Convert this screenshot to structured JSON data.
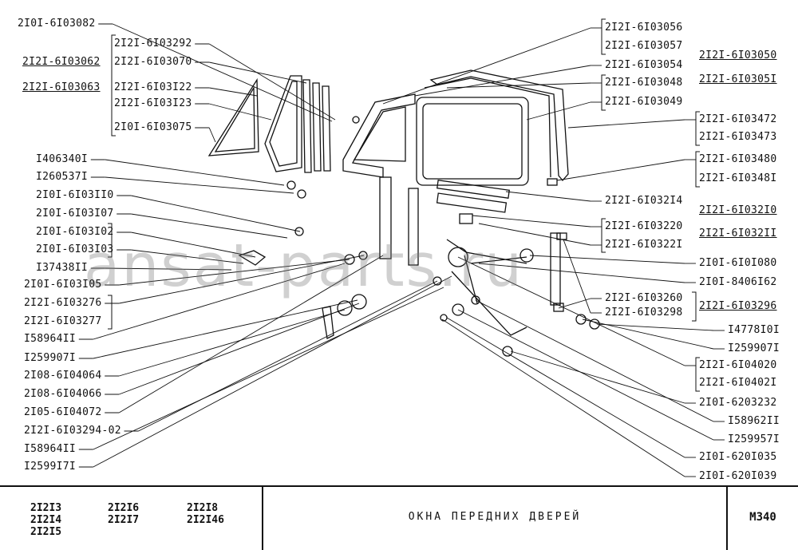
{
  "watermark": "ansat-parts.ru",
  "labels_left": [
    {
      "id": "l0",
      "text": "2I0I-6I03082",
      "ul": false
    },
    {
      "id": "l1",
      "text": "2I2I-6I03292",
      "ul": false
    },
    {
      "id": "l2",
      "text": "2I2I-6I03062",
      "ul": true
    },
    {
      "id": "l3",
      "text": "2I2I-6I03070",
      "ul": false
    },
    {
      "id": "l4",
      "text": "2I2I-6I03063",
      "ul": true
    },
    {
      "id": "l5",
      "text": "2I2I-6I03I22",
      "ul": false
    },
    {
      "id": "l6",
      "text": "2I2I-6I03I23",
      "ul": false
    },
    {
      "id": "l7",
      "text": "2I0I-6I03075",
      "ul": false
    },
    {
      "id": "l8",
      "text": "I406340I",
      "ul": false
    },
    {
      "id": "l9",
      "text": "I260537I",
      "ul": false
    },
    {
      "id": "l10",
      "text": "2I0I-6I03II0",
      "ul": false
    },
    {
      "id": "l11",
      "text": "2I0I-6I03I07",
      "ul": false
    },
    {
      "id": "l12",
      "text": "2I0I-6I03I02",
      "ul": false
    },
    {
      "id": "l13",
      "text": "2I0I-6I03I03",
      "ul": false
    },
    {
      "id": "l14",
      "text": "I37438II",
      "ul": false
    },
    {
      "id": "l15",
      "text": "2I0I-6I03I05",
      "ul": false
    },
    {
      "id": "l16",
      "text": "2I2I-6I03276",
      "ul": false
    },
    {
      "id": "l17",
      "text": "2I2I-6I03277",
      "ul": false
    },
    {
      "id": "l18",
      "text": "I58964II",
      "ul": false
    },
    {
      "id": "l19",
      "text": "I259907I",
      "ul": false
    },
    {
      "id": "l20",
      "text": "2I08-6I04064",
      "ul": false
    },
    {
      "id": "l21",
      "text": "2I08-6I04066",
      "ul": false
    },
    {
      "id": "l22",
      "text": "2I05-6I04072",
      "ul": false
    },
    {
      "id": "l23",
      "text": "2I2I-6I03294-02",
      "ul": false
    },
    {
      "id": "l24",
      "text": "I58964II",
      "ul": false
    },
    {
      "id": "l25",
      "text": "I2599I7I",
      "ul": false
    }
  ],
  "labels_right": [
    {
      "id": "r0",
      "text": "2I2I-6I03056",
      "ul": false
    },
    {
      "id": "r1",
      "text": "2I2I-6I03057",
      "ul": false
    },
    {
      "id": "r2",
      "text": "2I2I-6I03050",
      "ul": true
    },
    {
      "id": "r3",
      "text": "2I2I-6I03054",
      "ul": false
    },
    {
      "id": "r4",
      "text": "2I2I-6I03048",
      "ul": false
    },
    {
      "id": "r5",
      "text": "2I2I-6I0305I",
      "ul": true
    },
    {
      "id": "r6",
      "text": "2I2I-6I03049",
      "ul": false
    },
    {
      "id": "r7",
      "text": "2I2I-6I03472",
      "ul": false
    },
    {
      "id": "r8",
      "text": "2I2I-6I03473",
      "ul": false
    },
    {
      "id": "r9",
      "text": "2I2I-6I03480",
      "ul": false
    },
    {
      "id": "r10",
      "text": "2I2I-6I0348I",
      "ul": false
    },
    {
      "id": "r11",
      "text": "2I2I-6I032I4",
      "ul": false
    },
    {
      "id": "r12",
      "text": "2I2I-6I032I0",
      "ul": true
    },
    {
      "id": "r13",
      "text": "2I2I-6I03220",
      "ul": false
    },
    {
      "id": "r14",
      "text": "2I2I-6I032II",
      "ul": true
    },
    {
      "id": "r15",
      "text": "2I2I-6I0322I",
      "ul": false
    },
    {
      "id": "r16",
      "text": "2I0I-6I0I080",
      "ul": false
    },
    {
      "id": "r17",
      "text": "2I0I-8406I62",
      "ul": false
    },
    {
      "id": "r18",
      "text": "2I2I-6I03260",
      "ul": false
    },
    {
      "id": "r19",
      "text": "2I2I-6I03296",
      "ul": true
    },
    {
      "id": "r20",
      "text": "2I2I-6I03298",
      "ul": false
    },
    {
      "id": "r21",
      "text": "I4778I0I",
      "ul": false
    },
    {
      "id": "r22",
      "text": "I259907I",
      "ul": false
    },
    {
      "id": "r23",
      "text": "2I2I-6I04020",
      "ul": false
    },
    {
      "id": "r24",
      "text": "2I2I-6I0402I",
      "ul": false
    },
    {
      "id": "r25",
      "text": "2I0I-6203232",
      "ul": false
    },
    {
      "id": "r26",
      "text": "I58962II",
      "ul": false
    },
    {
      "id": "r27",
      "text": "I259957I",
      "ul": false
    },
    {
      "id": "r28",
      "text": "2I0I-620I035",
      "ul": false
    },
    {
      "id": "r29",
      "text": "2I0I-620I039",
      "ul": false
    }
  ],
  "footer": {
    "models": [
      "2I2I3",
      "2I2I4",
      "2I2I5",
      "2I2I6",
      "2I2I7",
      "2I2I8",
      "2I2I46"
    ],
    "title": "ОКНА  ПЕРЕДНИХ  ДВЕРЕЙ",
    "sheet": "М340"
  }
}
